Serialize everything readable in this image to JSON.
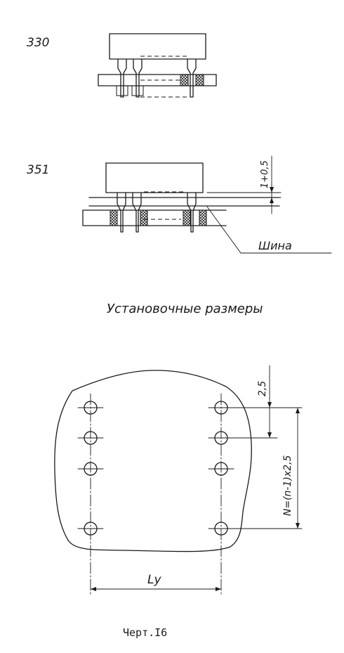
{
  "figure_330": {
    "label": "330"
  },
  "figure_351": {
    "label": "351",
    "gap_dimension": "1+0,5",
    "bus_label": "Шина"
  },
  "section_title": "Установочные размеры",
  "mounting": {
    "pitch_top": "2,5",
    "span_formula": "N=(n-1)x2,5",
    "width_label": "Lу"
  },
  "caption": "Черт.I6"
}
